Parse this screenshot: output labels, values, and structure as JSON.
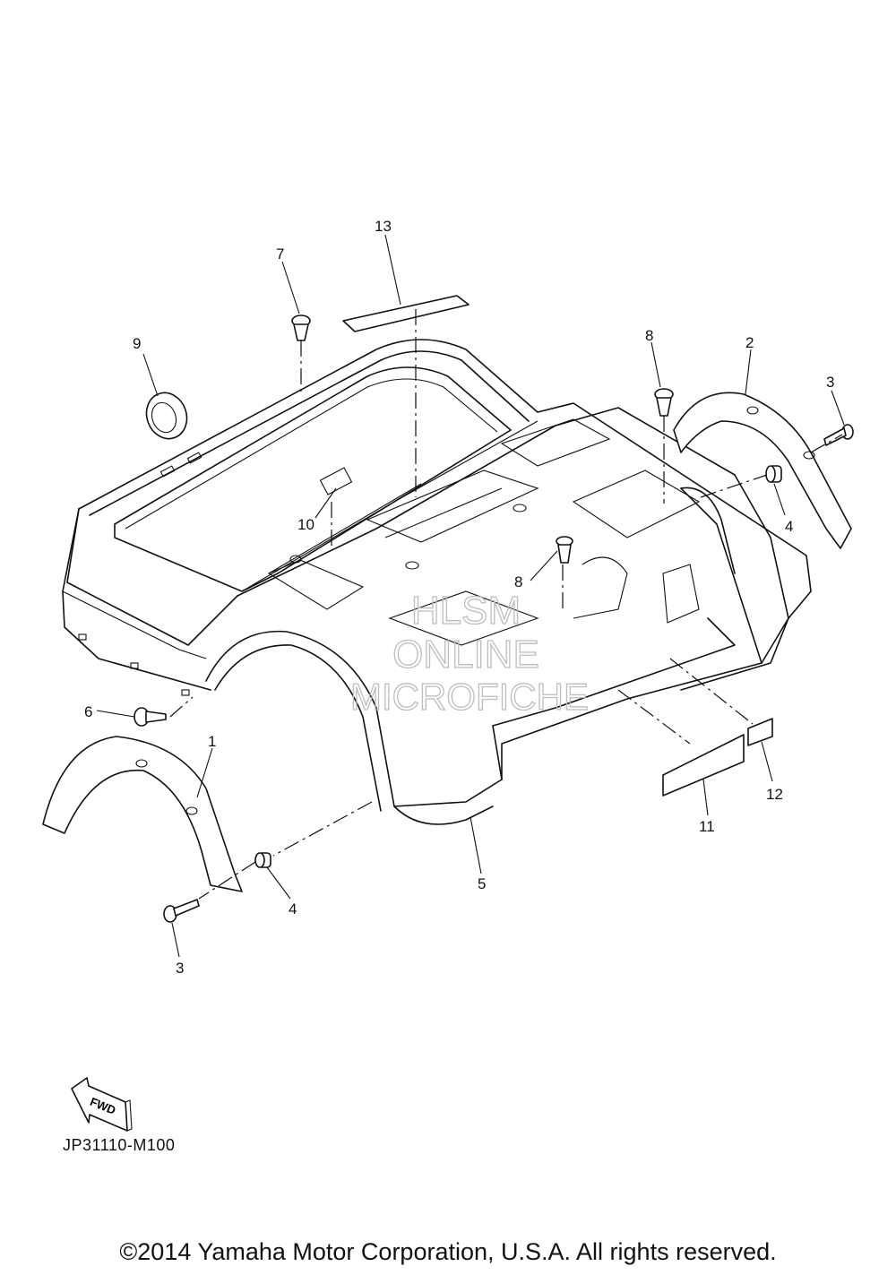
{
  "callouts": {
    "c1": "1",
    "c2": "2",
    "c3a": "3",
    "c3b": "3",
    "c4a": "4",
    "c4b": "4",
    "c5": "5",
    "c6": "6",
    "c7": "7",
    "c8a": "8",
    "c8b": "8",
    "c9": "9",
    "c10": "10",
    "c11": "11",
    "c12": "12",
    "c13": "13"
  },
  "watermark": {
    "line1": "HLSM",
    "line2": "ONLINE",
    "line3": "MICROFICHE"
  },
  "fwd_label": "FWD",
  "diagram_code": "JP31110-M100",
  "copyright": "©2014 Yamaha Motor Corporation, U.S.A. All rights reserved."
}
